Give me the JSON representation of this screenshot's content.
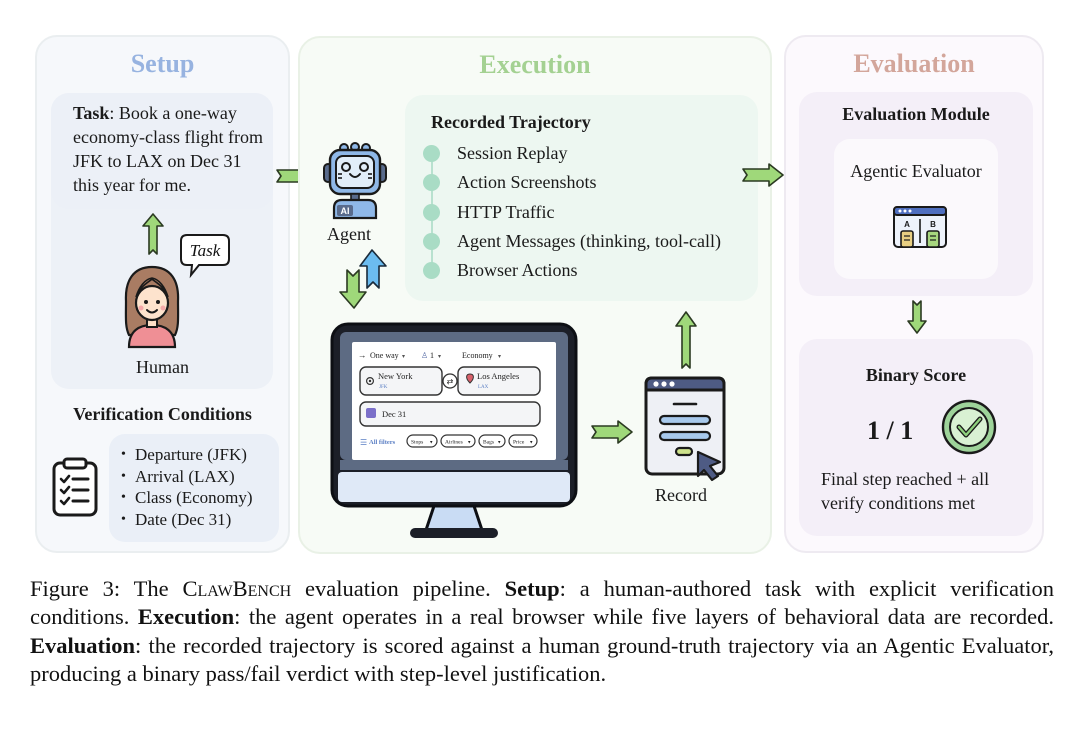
{
  "setup": {
    "title": "Setup",
    "task_label": "Task",
    "task_text": ": Book a one-way economy-class flight from JFK to LAX on Dec 31 this year for me.",
    "speech_bubble": "Task",
    "human_label": "Human",
    "verification_title": "Verification Conditions",
    "verification_conditions": [
      "Departure (JFK)",
      "Arrival (LAX)",
      "Class (Economy)",
      "Date (Dec 31)"
    ]
  },
  "execution": {
    "title": "Execution",
    "agent_label": "Agent",
    "agent_badge": "AI",
    "trajectory_title": "Recorded Trajectory",
    "trajectory_items": [
      "Session Replay",
      "Action Screenshots",
      "HTTP Traffic",
      "Agent Messages (thinking, tool-call)",
      "Browser Actions"
    ],
    "record_label": "Record",
    "browser": {
      "trip_type": "One way",
      "passengers": "1",
      "cabin_class": "Economy",
      "origin_city": "New York",
      "origin_code": "JFK",
      "destination_city": "Los Angeles",
      "destination_code": "LAX",
      "date": "Dec 31",
      "all_filters": "All filters",
      "filters": [
        "Stops",
        "Airlines",
        "Bags",
        "Price"
      ]
    }
  },
  "evaluation": {
    "title": "Evaluation",
    "module_title": "Evaluation Module",
    "evaluator_label": "Agentic Evaluator",
    "evaluator_columns": [
      "A",
      "B"
    ],
    "score_title": "Binary Score",
    "score_value": "1 / 1",
    "score_description": "Final step reached + all verify conditions met"
  },
  "caption": {
    "figure_label": "Figure 3: The ",
    "benchmark_name": "ClawBench",
    "intro": " evaluation pipeline. ",
    "setup_term": "Setup",
    "setup_text": ": a human-authored task with explicit verification conditions. ",
    "execution_term": "Execution",
    "execution_text": ": the agent operates in a real browser while five layers of behavioral data are recorded. ",
    "evaluation_term": "Evaluation",
    "evaluation_text": ": the recorded trajectory is scored against a human ground-truth trajectory via an Agentic Evaluator, producing a binary pass/fail verdict with step-level justification."
  },
  "colors": {
    "setup_accent": "#97b3e0",
    "execution_accent": "#a4d192",
    "evaluation_accent": "#d3a69b",
    "arrow_green": "#9fd87a",
    "arrow_blue": "#6cbcf0"
  }
}
